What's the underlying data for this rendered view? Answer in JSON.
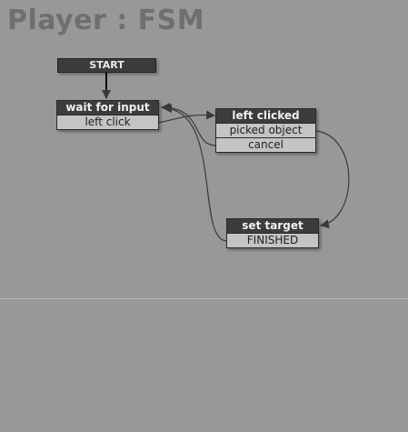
{
  "title": "Player : FSM",
  "start_label": "START",
  "states": {
    "wait_for_input": {
      "name": "wait for input",
      "transitions": [
        "left click"
      ]
    },
    "left_clicked": {
      "name": "left clicked",
      "transitions": [
        "picked object",
        "cancel"
      ]
    },
    "set_target": {
      "name": "set target",
      "transitions": [
        "FINISHED"
      ]
    }
  },
  "colors": {
    "background": "#989898",
    "state_header": "#3c3c3c",
    "transition_bg": "#c4c4c4",
    "link": "#3a3a3a"
  }
}
